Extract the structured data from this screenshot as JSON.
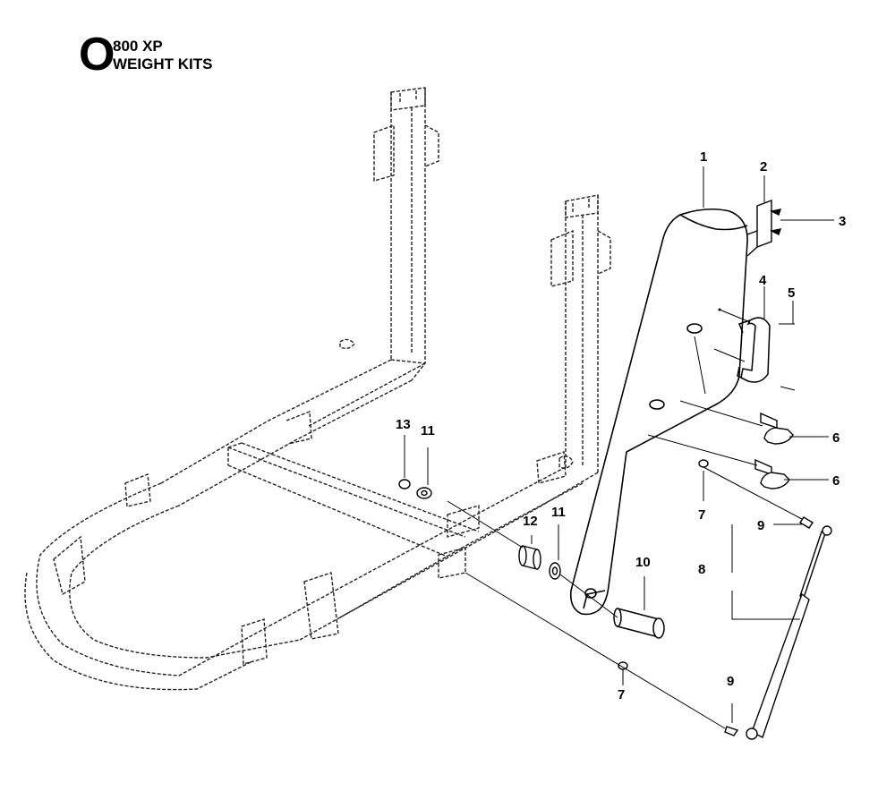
{
  "header": {
    "section_letter": "O",
    "model": "800 XP",
    "title": "WEIGHT KITS"
  },
  "callouts": [
    {
      "id": "c1",
      "label": "1"
    },
    {
      "id": "c2",
      "label": "2"
    },
    {
      "id": "c3",
      "label": "3"
    },
    {
      "id": "c4",
      "label": "4"
    },
    {
      "id": "c5",
      "label": "5"
    },
    {
      "id": "c6a",
      "label": "6"
    },
    {
      "id": "c6b",
      "label": "6"
    },
    {
      "id": "c7a",
      "label": "7"
    },
    {
      "id": "c7b",
      "label": "7"
    },
    {
      "id": "c8",
      "label": "8"
    },
    {
      "id": "c9a",
      "label": "9"
    },
    {
      "id": "c9b",
      "label": "9"
    },
    {
      "id": "c10",
      "label": "10"
    },
    {
      "id": "c11a",
      "label": "11"
    },
    {
      "id": "c11b",
      "label": "11"
    },
    {
      "id": "c12",
      "label": "12"
    },
    {
      "id": "c13",
      "label": "13"
    }
  ]
}
